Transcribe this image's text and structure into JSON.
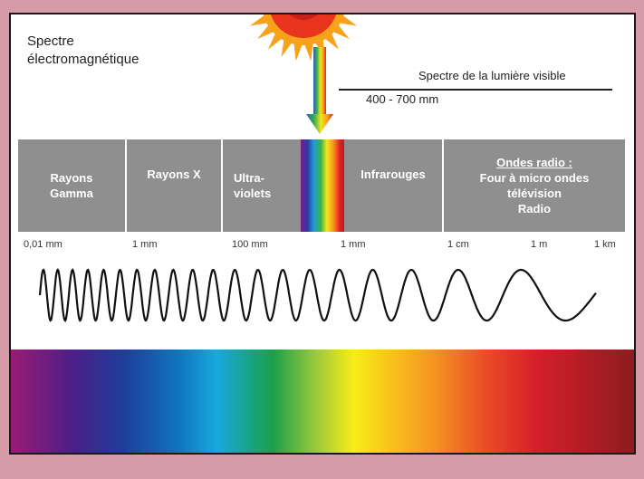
{
  "title_line1": "Spectre",
  "title_line2": "électromagnétique",
  "visible": {
    "label": "Spectre de la lumière visible",
    "range": "400 - 700 mm"
  },
  "bands": {
    "gamma": "Rayons Gamma",
    "xray": "Rayons X",
    "uv_line1": "Ultra-",
    "uv_line2": "violets",
    "ir": "Infrarouges",
    "radio_head": "Ondes radio :",
    "radio_line2": "Four à micro ondes",
    "radio_line3": "télévision",
    "radio_line4": "Radio"
  },
  "ticks": [
    "0,01 mm",
    "1 mm",
    "100 mm",
    "1 mm",
    "1 cm",
    "1 m",
    "1 km"
  ],
  "colors": {
    "band_gray": "#8f8f8f",
    "border_pink": "#d59ba6",
    "sun_inner": "#e8341c",
    "sun_outer": "#f7a21b"
  },
  "icons": {
    "sun": "sun-icon",
    "arrow": "down-arrow-icon"
  }
}
